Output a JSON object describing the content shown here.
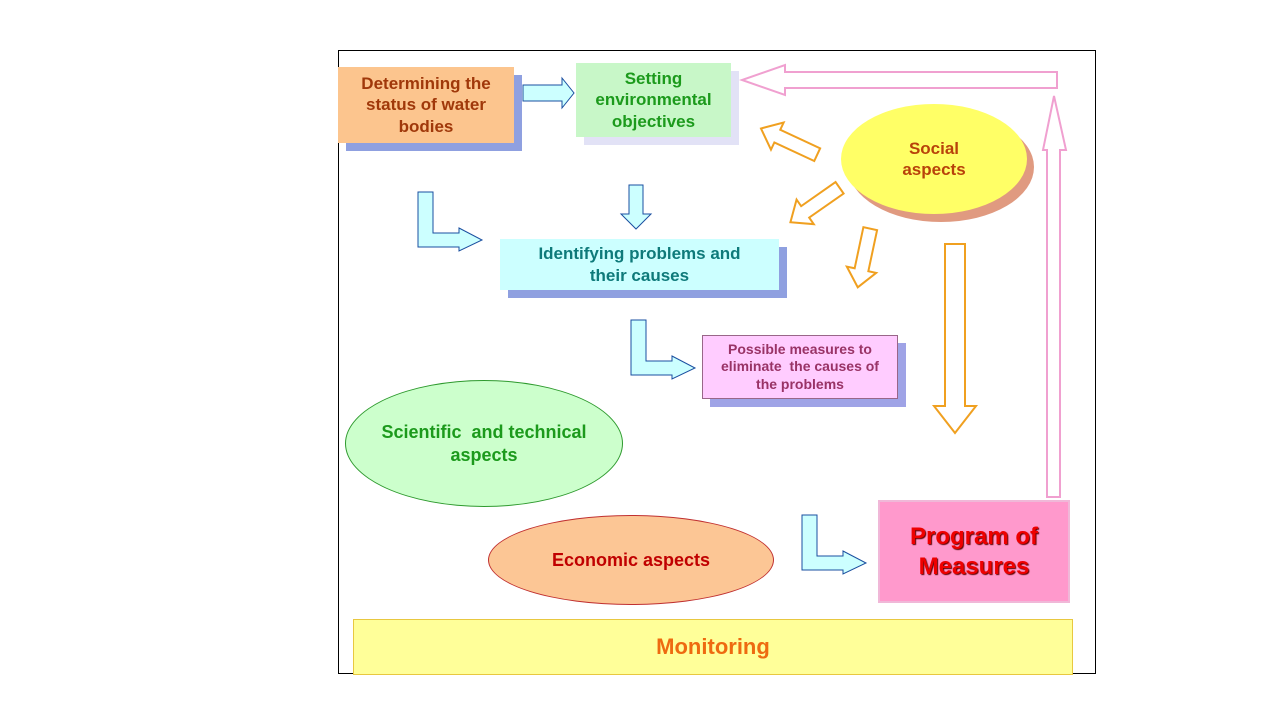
{
  "diagram": {
    "nodes": {
      "determining_status": {
        "label_lines": [
          "Determining the",
          "status of water",
          "bodies"
        ],
        "fill": "#fcc58e",
        "text_color": "#a0380a",
        "shadow": "#8fa0e0"
      },
      "setting_objectives": {
        "label_lines": [
          "Setting",
          "environmental",
          "objectives"
        ],
        "fill": "#c8f7c8",
        "text_color": "#1c9a1c",
        "shadow": "#e2e2f6"
      },
      "identifying_problems": {
        "label_lines": [
          "Identifying problems and",
          "their causes"
        ],
        "fill": "#ccffff",
        "text_color": "#0e7a7a",
        "shadow": "#8fa0e0"
      },
      "possible_measures": {
        "label_lines": [
          "Possible measures to",
          "eliminate  the causes of",
          "the problems"
        ],
        "fill": "#ffccff",
        "text_color": "#993366",
        "shadow": "#9fa3e6"
      },
      "social_aspects": {
        "label_lines": [
          "Social",
          "aspects"
        ],
        "fill": "#ffff66",
        "text_color": "#b8420a",
        "shadow": "#e09a80"
      },
      "scientific_aspects": {
        "label_lines": [
          "Scientific  and technical",
          "aspects"
        ],
        "fill": "#ccffcc",
        "text_color": "#1c9a1c",
        "border": "#2e9a2e"
      },
      "economic_aspects": {
        "label_lines": [
          "Economic aspects"
        ],
        "fill": "#fcc695",
        "text_color": "#c00000",
        "border": "#c03030"
      },
      "program_of_measures": {
        "label_lines": [
          "Program of",
          "Measures"
        ],
        "fill": "#ff99cc",
        "text_color": "#ee0000",
        "border": "#f0b8d8"
      },
      "monitoring": {
        "label_lines": [
          "Monitoring"
        ],
        "fill": "#ffff99",
        "text_color": "#ee6a10",
        "border": "#e8c840"
      }
    },
    "edges": [
      {
        "from": "determining_status",
        "to": "setting_objectives",
        "style": "block-arrow",
        "color": "#1a4fa0",
        "fill": "#ccffff"
      },
      {
        "from": "determining_status",
        "to": "identifying_problems",
        "style": "bent-arrow",
        "color": "#1a4fa0",
        "fill": "#ccffff"
      },
      {
        "from": "setting_objectives",
        "to": "identifying_problems",
        "style": "block-arrow",
        "color": "#1a4fa0",
        "fill": "#ccffff"
      },
      {
        "from": "identifying_problems",
        "to": "possible_measures",
        "style": "bent-arrow",
        "color": "#1a4fa0",
        "fill": "#ccffff"
      },
      {
        "from": "economic_aspects",
        "to": "program_of_measures",
        "style": "bent-arrow",
        "color": "#1a4fa0",
        "fill": "#ccffff"
      },
      {
        "from": "social_aspects",
        "to": "setting_objectives",
        "style": "outline-arrow",
        "color": "#f0a020"
      },
      {
        "from": "social_aspects",
        "to": "identifying_problems",
        "style": "outline-arrow",
        "color": "#f0a020"
      },
      {
        "from": "social_aspects",
        "to": "possible_measures",
        "style": "outline-arrow",
        "color": "#f0a020"
      },
      {
        "from": "social_aspects",
        "to": "program_of_measures",
        "style": "outline-arrow",
        "color": "#f0a020"
      },
      {
        "from": "program_of_measures",
        "to": "setting_objectives",
        "style": "feedback-arrow",
        "color": "#f0a0d0"
      }
    ]
  }
}
